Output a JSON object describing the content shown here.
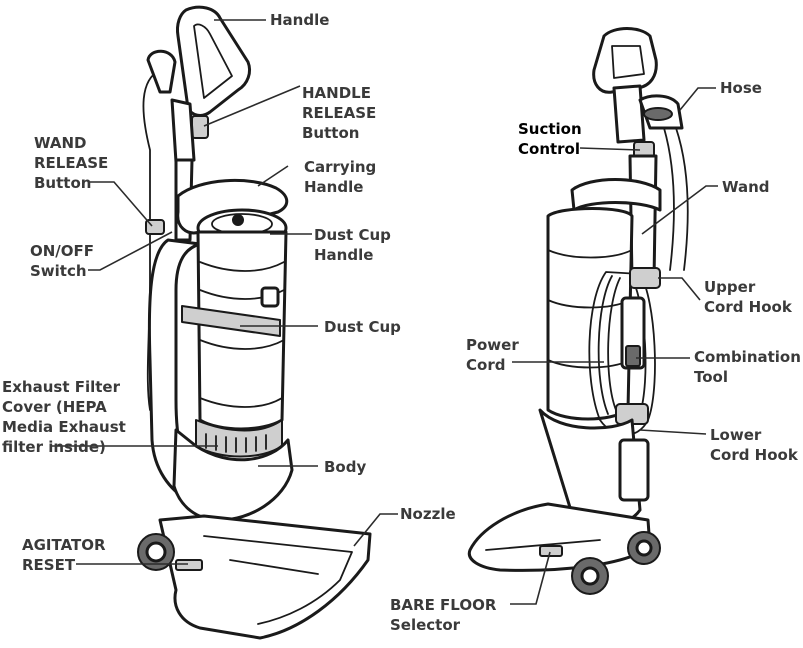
{
  "labels": {
    "handle": [
      "Handle"
    ],
    "handle_release": [
      "HANDLE",
      "RELEASE",
      "Button"
    ],
    "wand_release": [
      "WAND",
      "RELEASE",
      "Button"
    ],
    "carrying_handle": [
      "Carrying",
      "Handle"
    ],
    "dust_cup_handle": [
      "Dust Cup",
      "Handle"
    ],
    "on_off": [
      "ON/OFF",
      "Switch"
    ],
    "dust_cup": [
      "Dust Cup"
    ],
    "exhaust_filter": [
      "Exhaust Filter",
      "Cover (HEPA",
      "Media Exhaust",
      "filter inside)"
    ],
    "body": [
      "Body"
    ],
    "nozzle": [
      "Nozzle"
    ],
    "agitator_reset": [
      "AGITATOR",
      "RESET"
    ],
    "hose": [
      "Hose"
    ],
    "suction_control": [
      "Suction",
      "Control"
    ],
    "wand": [
      "Wand"
    ],
    "upper_cord_hook": [
      "Upper",
      "Cord Hook"
    ],
    "power_cord": [
      "Power",
      "Cord"
    ],
    "combination_tool": [
      "Combination",
      "Tool"
    ],
    "lower_cord_hook": [
      "Lower",
      "Cord Hook"
    ],
    "bare_floor": [
      "BARE FLOOR",
      "Selector"
    ]
  }
}
